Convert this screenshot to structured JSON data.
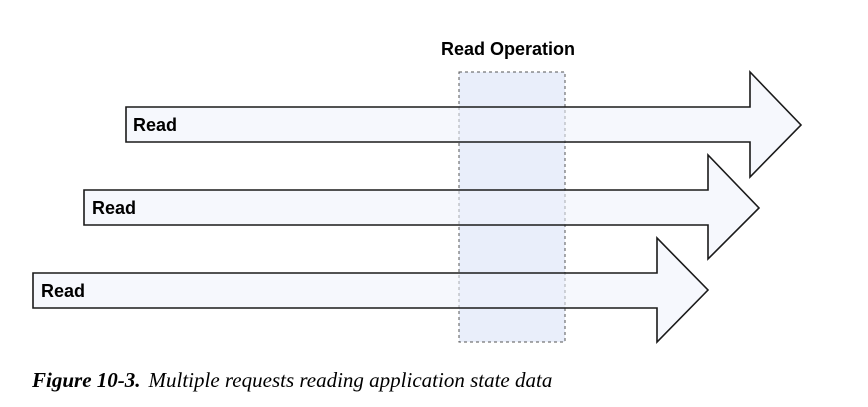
{
  "figure": {
    "operation_label": "Read Operation",
    "arrows": [
      {
        "label": "Read"
      },
      {
        "label": "Read"
      },
      {
        "label": "Read"
      }
    ],
    "caption_label": "Figure 10-3.",
    "caption_text": "Multiple requests reading application state data"
  },
  "colors": {
    "arrow_fill": "#eef2fb",
    "operation_fill": "#e9eefa",
    "stroke": "#1a1a1a"
  }
}
